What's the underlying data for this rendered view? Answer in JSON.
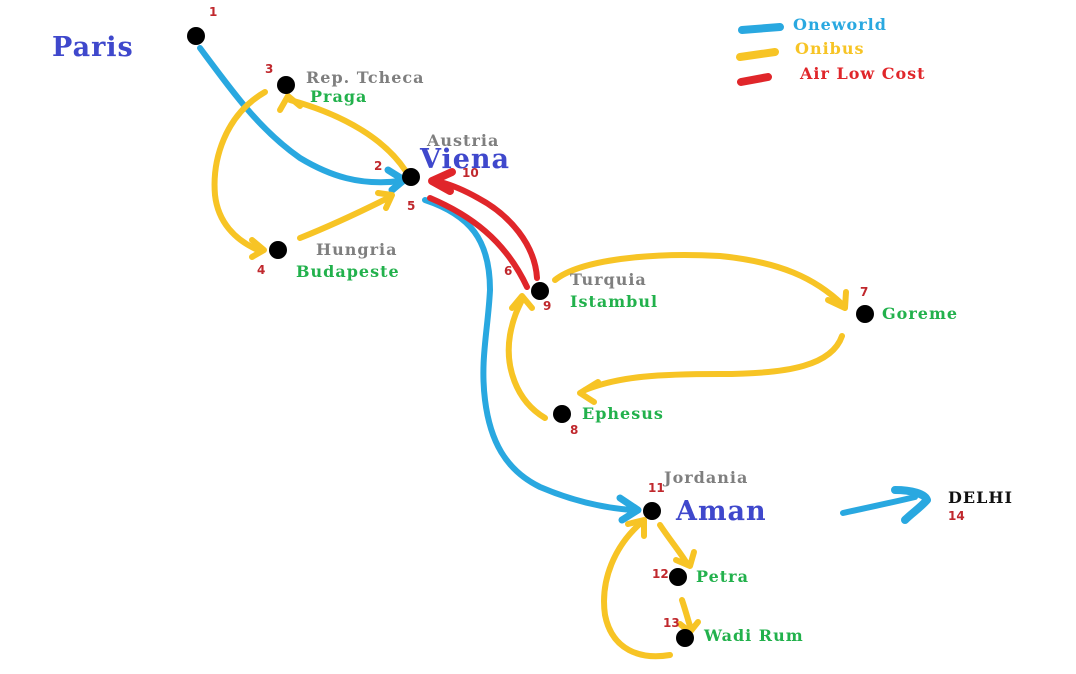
{
  "colors": {
    "oneworld": "#29a8e0",
    "onibus": "#f7c425",
    "low_cost": "#e0262a",
    "city_big": "#3f48cc",
    "city": "#22b14c",
    "country": "#7f7f7f",
    "number": "#c0282d",
    "marker": "#000000"
  },
  "legend": [
    {
      "label": "Oneworld",
      "color": "#29a8e0",
      "icon": "blue-brush-stroke-icon"
    },
    {
      "label": "Onibus",
      "color": "#f7c425",
      "icon": "yellow-brush-stroke-icon"
    },
    {
      "label": "Air Low Cost",
      "color": "#e0262a",
      "icon": "red-brush-stroke-icon"
    }
  ],
  "stops": {
    "paris": {
      "city": "Paris",
      "numbers": [
        "1"
      ]
    },
    "praga": {
      "country": "Rep. Tcheca",
      "city": "Praga",
      "numbers": [
        "3"
      ]
    },
    "viena": {
      "country": "Austria",
      "city": "Viena",
      "numbers": [
        "2",
        "5",
        "10"
      ]
    },
    "budapeste": {
      "country": "Hungria",
      "city": "Budapeste",
      "numbers": [
        "4"
      ]
    },
    "istambul": {
      "country": "Turquia",
      "city": "Istambul",
      "numbers": [
        "6",
        "9"
      ]
    },
    "goreme": {
      "city": "Goreme",
      "numbers": [
        "7"
      ]
    },
    "ephesus": {
      "city": "Ephesus",
      "numbers": [
        "8"
      ]
    },
    "aman": {
      "country": "Jordania",
      "city": "Aman",
      "numbers": [
        "11"
      ]
    },
    "petra": {
      "city": "Petra",
      "numbers": [
        "12"
      ]
    },
    "wadi_rum": {
      "city": "Wadi Rum",
      "numbers": [
        "13"
      ]
    },
    "delhi": {
      "city": "DELHI",
      "numbers": [
        "14"
      ]
    }
  },
  "routes": [
    {
      "from": "Paris",
      "to": "Viena",
      "mode": "Oneworld"
    },
    {
      "from": "Viena",
      "to": "Praga",
      "mode": "Onibus"
    },
    {
      "from": "Praga",
      "to": "Budapeste",
      "mode": "Onibus"
    },
    {
      "from": "Budapeste",
      "to": "Viena",
      "mode": "Onibus"
    },
    {
      "from": "Viena",
      "to": "Istambul",
      "mode": "Air Low Cost"
    },
    {
      "from": "Istambul",
      "to": "Goreme",
      "mode": "Onibus"
    },
    {
      "from": "Goreme",
      "to": "Ephesus",
      "mode": "Onibus"
    },
    {
      "from": "Ephesus",
      "to": "Istambul",
      "mode": "Onibus"
    },
    {
      "from": "Istambul",
      "to": "Viena",
      "mode": "Air Low Cost"
    },
    {
      "from": "Viena",
      "to": "Aman",
      "mode": "Oneworld"
    },
    {
      "from": "Aman",
      "to": "Petra",
      "mode": "Onibus"
    },
    {
      "from": "Petra",
      "to": "Wadi Rum",
      "mode": "Onibus"
    },
    {
      "from": "Wadi Rum",
      "to": "Aman",
      "mode": "Onibus"
    },
    {
      "from": "Aman",
      "to": "DELHI",
      "mode": "Oneworld"
    }
  ]
}
